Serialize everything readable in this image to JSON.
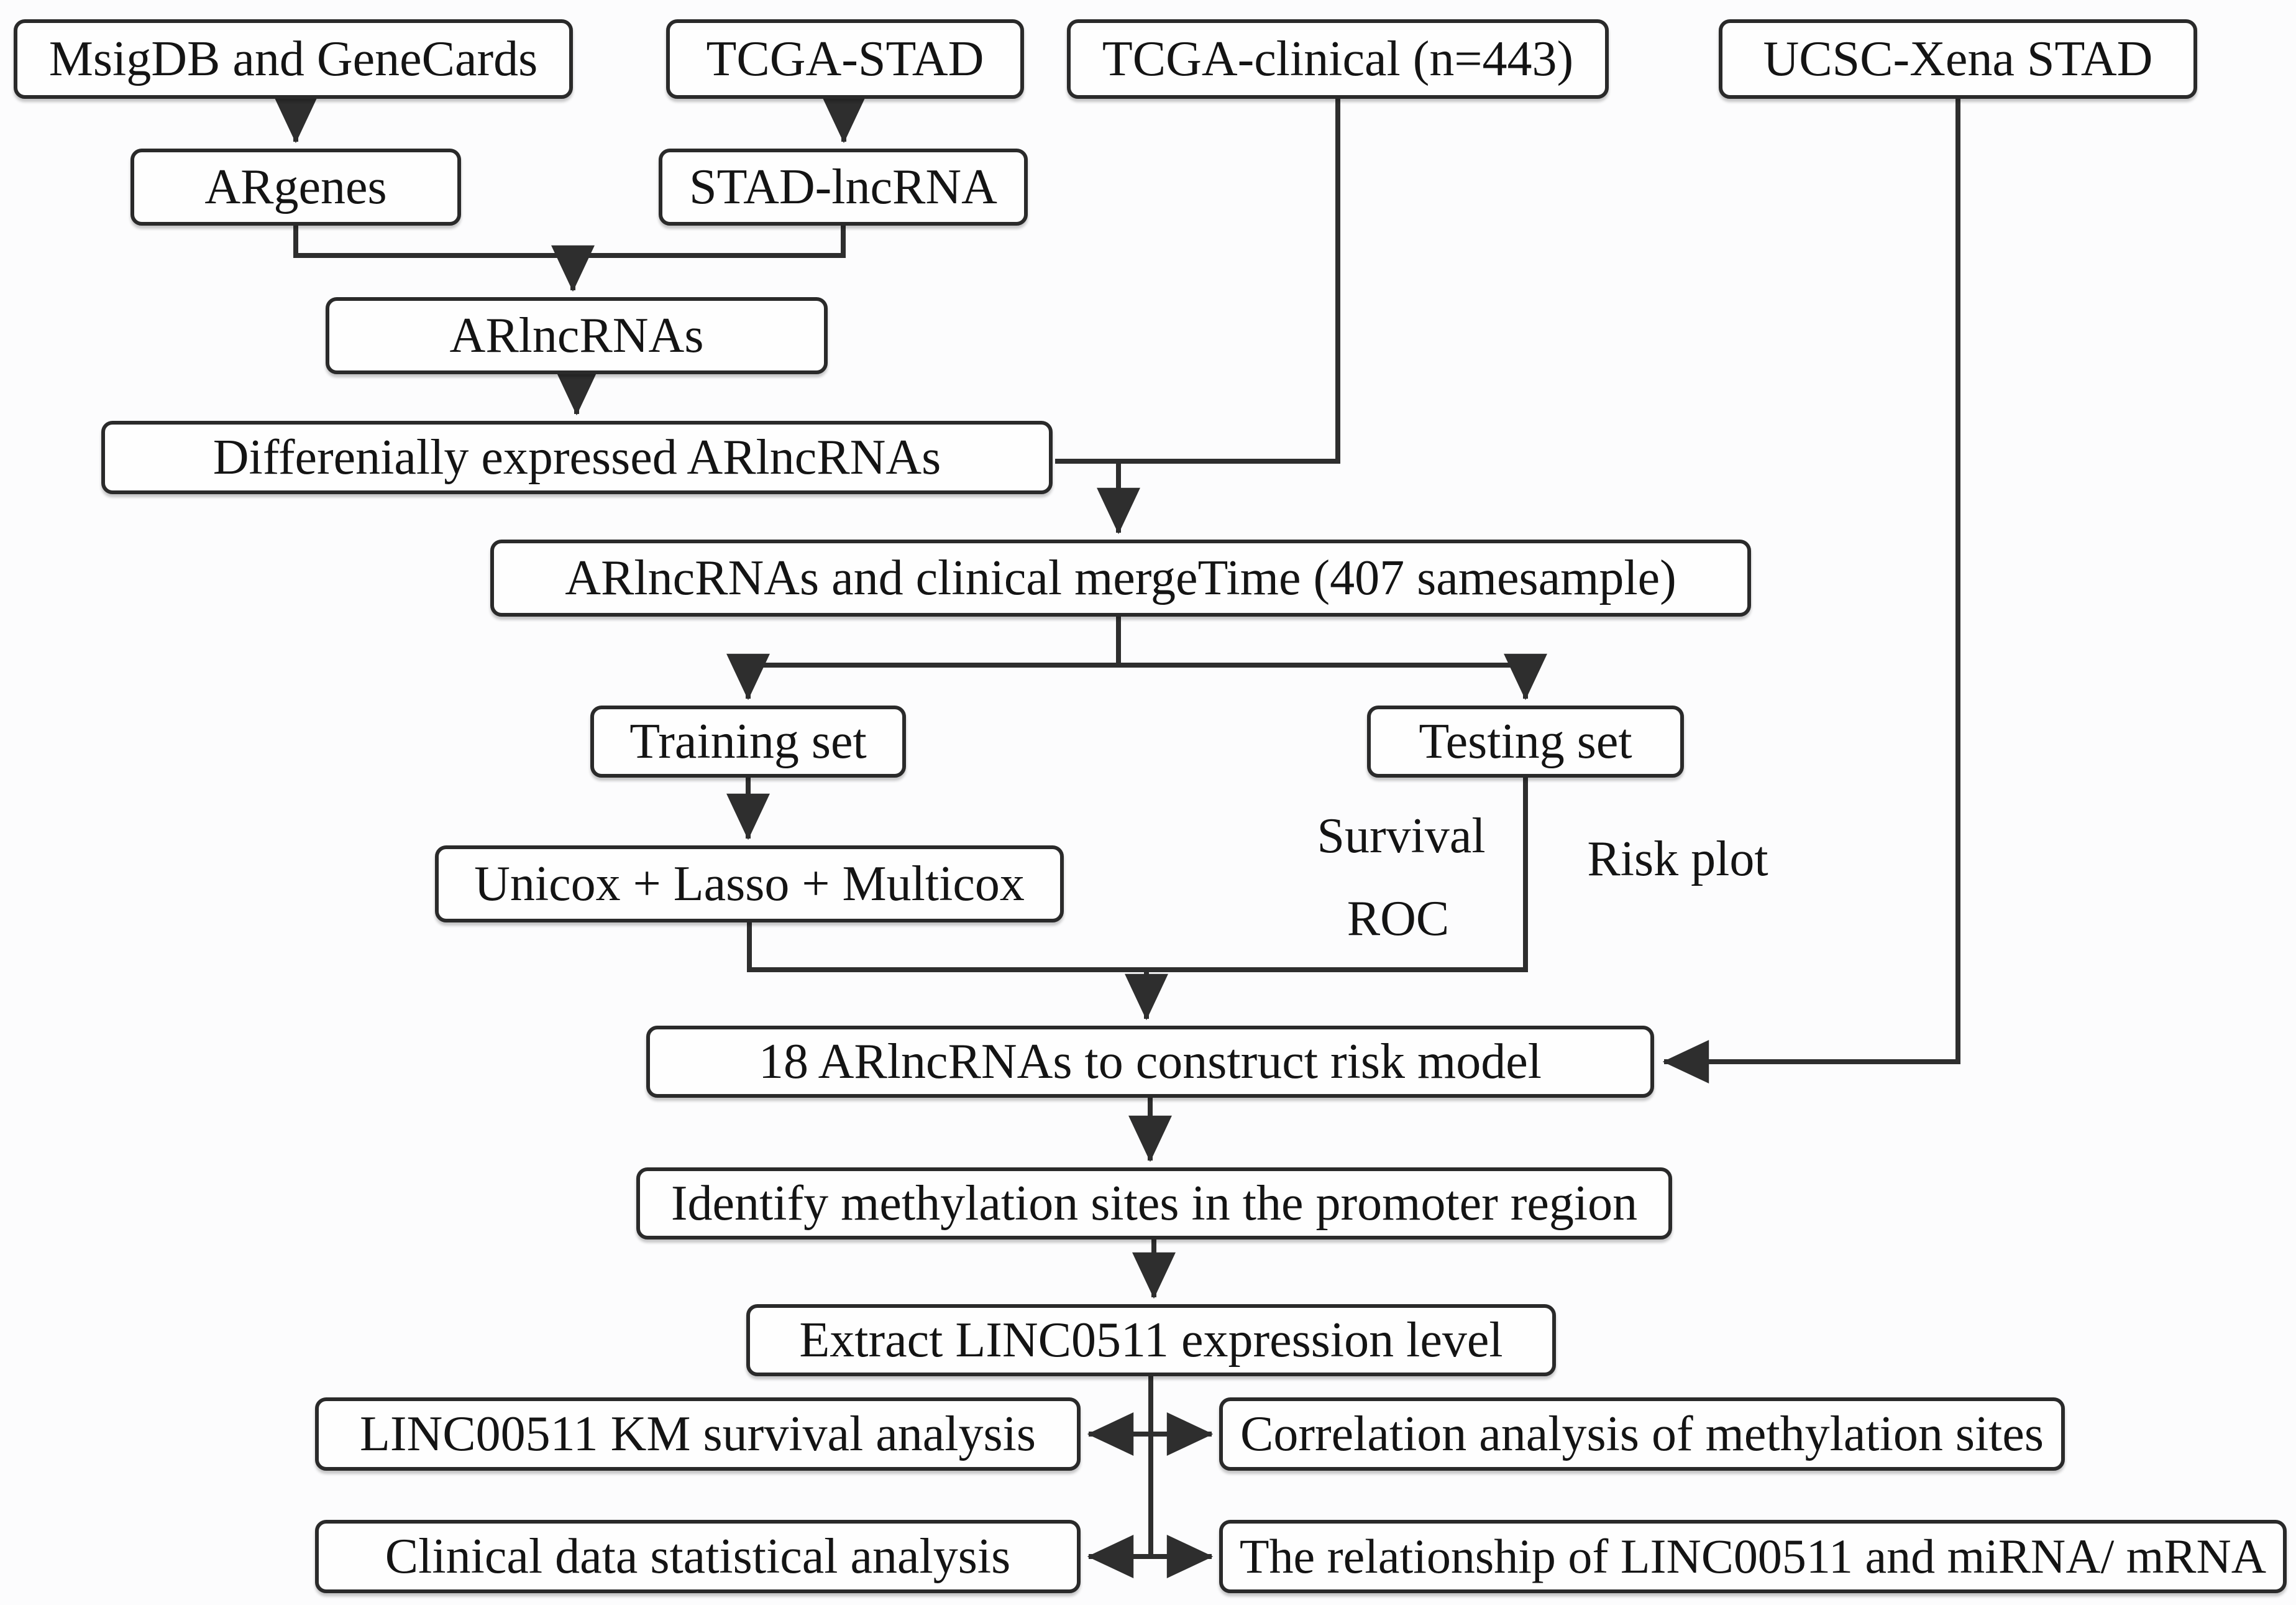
{
  "diagram": {
    "nodes": {
      "msigdb": {
        "label": "MsigDB and GeneCards"
      },
      "tcga_stad": {
        "label": "TCGA-STAD"
      },
      "tcga_clinical": {
        "label": "TCGA-clinical (n=443)"
      },
      "ucsc_xena": {
        "label": "UCSC-Xena STAD"
      },
      "argenes": {
        "label": "ARgenes"
      },
      "stad_lncrna": {
        "label": "STAD-lncRNA"
      },
      "arlncrnas": {
        "label": "ARlncRNAs"
      },
      "diff_expressed": {
        "label": "Differenially expressed ARlncRNAs"
      },
      "merge_time": {
        "label": "ARlncRNAs and clinical mergeTime (407 samesample)"
      },
      "training_set": {
        "label": "Training set"
      },
      "testing_set": {
        "label": "Testing set"
      },
      "unicox": {
        "label": "Unicox + Lasso + Multicox"
      },
      "risk_model": {
        "label": "18 ARlncRNAs to construct risk model"
      },
      "identify": {
        "label": "Identify methylation sites in the promoter region"
      },
      "extract": {
        "label": "Extract LINC0511 expression level"
      },
      "km_survival": {
        "label": "LINC00511 KM survival analysis"
      },
      "correlation": {
        "label": "Correlation analysis of methylation sites"
      },
      "clinical_stat": {
        "label": "Clinical data statistical analysis"
      },
      "relationship": {
        "label": "The relationship of LINC00511 and miRNA/ mRNA"
      }
    },
    "edge_labels": {
      "survival": "Survival",
      "roc": "ROC",
      "risk_plot": "Risk plot"
    },
    "colors": {
      "line": "#2e2e2e",
      "box_border": "#2a2a2a",
      "box_fill": "#fefefe",
      "text": "#141414",
      "background": "#fcfcfd"
    }
  }
}
